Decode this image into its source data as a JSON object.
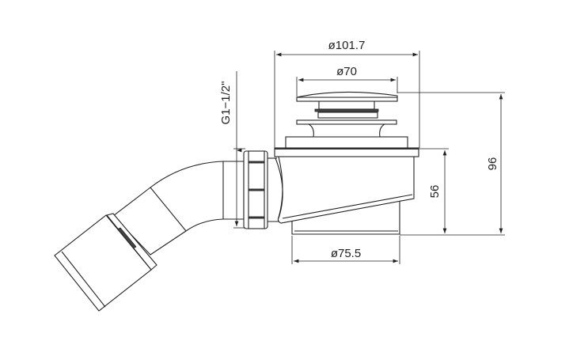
{
  "drawing": {
    "title": "Shower waste trap technical drawing",
    "dimensions": {
      "top_diameter": "ø101.7",
      "cap_diameter": "ø70",
      "outlet_diameter": "ø75.5",
      "body_height": "56",
      "total_height": "96",
      "thread": "G1−1/2\""
    },
    "line_color": "#222222"
  }
}
